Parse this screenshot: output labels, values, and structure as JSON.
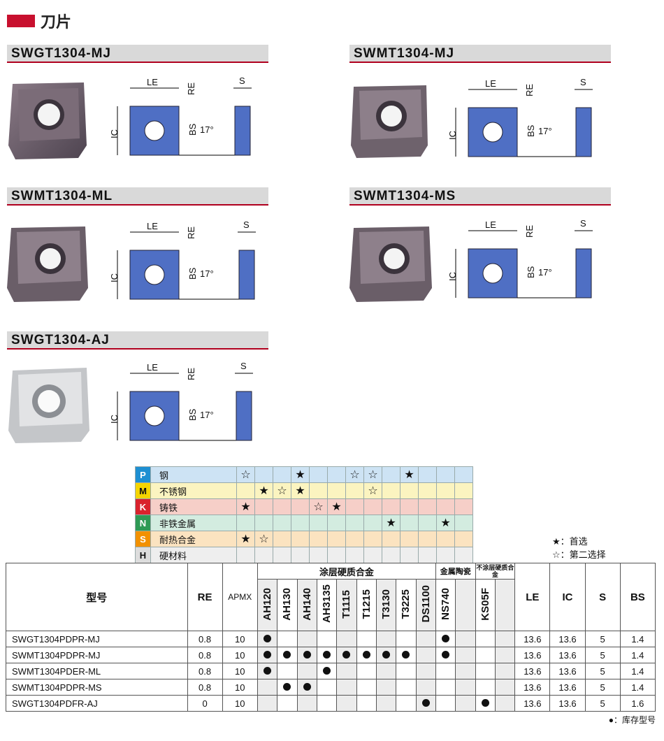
{
  "page": {
    "title": "刀片"
  },
  "inserts": [
    {
      "name": "SWGT1304-MJ"
    },
    {
      "name": "SWMT1304-MJ"
    },
    {
      "name": "SWMT1304-ML"
    },
    {
      "name": "SWMT1304-MS"
    },
    {
      "name": "SWGT1304-AJ"
    }
  ],
  "diagram_labels": {
    "le": "LE",
    "re": "RE",
    "s": "S",
    "ic": "IC",
    "bs": "BS",
    "angle": "17°"
  },
  "materials": [
    {
      "code": "P",
      "name": "钢",
      "color": "#1e8fd2",
      "bg": "#cde3f4"
    },
    {
      "code": "M",
      "name": "不锈钢",
      "color": "#f5d500",
      "bg": "#fbf4c0"
    },
    {
      "code": "K",
      "name": "铸铁",
      "color": "#d9232d",
      "bg": "#f6cfc8"
    },
    {
      "code": "N",
      "name": "非铁金属",
      "color": "#2e9a55",
      "bg": "#d3ece0"
    },
    {
      "code": "S",
      "name": "耐热合金",
      "color": "#f29100",
      "bg": "#fbe3c0"
    },
    {
      "code": "H",
      "name": "硬材料",
      "color": "#dddddd",
      "bg": "#eeeeee"
    }
  ],
  "material_ratings": [
    [
      "☆",
      "",
      "",
      "★",
      "",
      "",
      "☆",
      "☆",
      "",
      "★",
      "",
      "",
      ""
    ],
    [
      "",
      "★",
      "☆",
      "★",
      "",
      "",
      "",
      "☆",
      "",
      "",
      "",
      "",
      ""
    ],
    [
      "★",
      "",
      "",
      "",
      "☆",
      "★",
      "",
      "",
      "",
      "",
      "",
      "",
      ""
    ],
    [
      "",
      "",
      "",
      "",
      "",
      "",
      "",
      "",
      "★",
      "",
      "",
      "★",
      ""
    ],
    [
      "★",
      "☆",
      "",
      "",
      "",
      "",
      "",
      "",
      "",
      "",
      "",
      "",
      ""
    ],
    [
      "",
      "",
      "",
      "",
      "",
      "",
      "",
      "",
      "",
      "",
      "",
      "",
      ""
    ]
  ],
  "legend": {
    "first": "★：首选",
    "second": "☆：第二选择"
  },
  "table": {
    "model_header": "型号",
    "re_header": "RE",
    "apmx_header": "APMX",
    "group_coated": "涂层硬质合金",
    "group_cermet": "金属陶瓷",
    "group_uncoated": "不涂层硬质合金",
    "grades": [
      "AH120",
      "AH130",
      "AH140",
      "AH3135",
      "T1115",
      "T1215",
      "T3130",
      "T3225",
      "DS1100",
      "NS740",
      "",
      "KS05F",
      ""
    ],
    "le_header": "LE",
    "ic_header": "IC",
    "s_header": "S",
    "bs_header": "BS",
    "rows": [
      {
        "model": "SWGT1304PDPR-MJ",
        "re": "0.8",
        "apmx": "10",
        "marks": [
          1,
          0,
          0,
          0,
          0,
          0,
          0,
          0,
          0,
          1,
          0,
          0,
          0
        ],
        "le": "13.6",
        "ic": "13.6",
        "s": "5",
        "bs": "1.4"
      },
      {
        "model": "SWMT1304PDPR-MJ",
        "re": "0.8",
        "apmx": "10",
        "marks": [
          1,
          1,
          1,
          1,
          1,
          1,
          1,
          1,
          0,
          1,
          0,
          0,
          0
        ],
        "le": "13.6",
        "ic": "13.6",
        "s": "5",
        "bs": "1.4"
      },
      {
        "model": "SWMT1304PDER-ML",
        "re": "0.8",
        "apmx": "10",
        "marks": [
          1,
          0,
          0,
          1,
          0,
          0,
          0,
          0,
          0,
          0,
          0,
          0,
          0
        ],
        "le": "13.6",
        "ic": "13.6",
        "s": "5",
        "bs": "1.4"
      },
      {
        "model": "SWMT1304PDPR-MS",
        "re": "0.8",
        "apmx": "10",
        "marks": [
          0,
          1,
          1,
          0,
          0,
          0,
          0,
          0,
          0,
          0,
          0,
          0,
          0
        ],
        "le": "13.6",
        "ic": "13.6",
        "s": "5",
        "bs": "1.4"
      },
      {
        "model": "SWGT1304PDFR-AJ",
        "re": "0",
        "apmx": "10",
        "marks": [
          0,
          0,
          0,
          0,
          0,
          0,
          0,
          0,
          1,
          0,
          0,
          1,
          0
        ],
        "le": "13.6",
        "ic": "13.6",
        "s": "5",
        "bs": "1.6"
      }
    ]
  },
  "stock_legend": "●：库存型号"
}
